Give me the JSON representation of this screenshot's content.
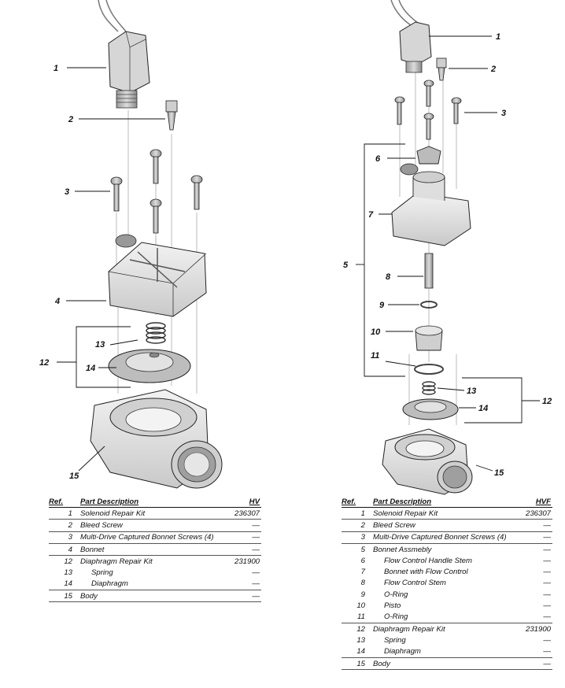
{
  "left_diagram": {
    "callouts": [
      "1",
      "2",
      "3",
      "4",
      "13",
      "14",
      "12",
      "15"
    ]
  },
  "right_diagram": {
    "callouts": [
      "1",
      "2",
      "3",
      "6",
      "7",
      "5",
      "8",
      "9",
      "10",
      "11",
      "13",
      "12",
      "14",
      "15"
    ]
  },
  "tables": {
    "hv": {
      "headers": {
        "ref": "Ref.",
        "part": "Part Description",
        "model": "HV"
      },
      "rows": [
        {
          "ref": "1",
          "desc": "Solenoid Repair Kit",
          "val": "236307"
        },
        {
          "ref": "2",
          "desc": "Bleed Screw",
          "val": "—"
        },
        {
          "ref": "3",
          "desc": "Multi-Drive Captured Bonnet Screws (4)",
          "val": "—"
        },
        {
          "ref": "4",
          "desc": "Bonnet",
          "val": "—"
        },
        {
          "ref": "12",
          "desc": "Diaphragm Repair Kit",
          "val": "231900"
        },
        {
          "ref": "13",
          "desc": "Spring",
          "val": "—"
        },
        {
          "ref": "14",
          "desc": "Diaphragm",
          "val": "—"
        },
        {
          "ref": "15",
          "desc": "Body",
          "val": "—"
        }
      ]
    },
    "hvf": {
      "headers": {
        "ref": "Ref.",
        "part": "Part Description",
        "model": "HVF"
      },
      "rows": [
        {
          "ref": "1",
          "desc": "Solenoid Repair Kit",
          "val": "236307"
        },
        {
          "ref": "2",
          "desc": "Bleed Screw",
          "val": "—"
        },
        {
          "ref": "3",
          "desc": "Multi-Drive Captured Bonnet Screws (4)",
          "val": "—"
        },
        {
          "ref": "5",
          "desc": "Bonnet Assmebly",
          "val": "—"
        },
        {
          "ref": "6",
          "desc": "Flow Control Handle Stem",
          "val": "—"
        },
        {
          "ref": "7",
          "desc": "Bonnet with Flow Control",
          "val": "—"
        },
        {
          "ref": "8",
          "desc": "Flow Control Stem",
          "val": "—"
        },
        {
          "ref": "9",
          "desc": "O-Ring",
          "val": "—"
        },
        {
          "ref": "10",
          "desc": "Pisto",
          "val": "—"
        },
        {
          "ref": "11",
          "desc": "O-Ring",
          "val": "—"
        },
        {
          "ref": "12",
          "desc": "Diaphragm Repair Kit",
          "val": "231900"
        },
        {
          "ref": "13",
          "desc": "Spring",
          "val": "—"
        },
        {
          "ref": "14",
          "desc": "Diaphragm",
          "val": "—"
        },
        {
          "ref": "15",
          "desc": "Body",
          "val": "—"
        }
      ]
    }
  }
}
